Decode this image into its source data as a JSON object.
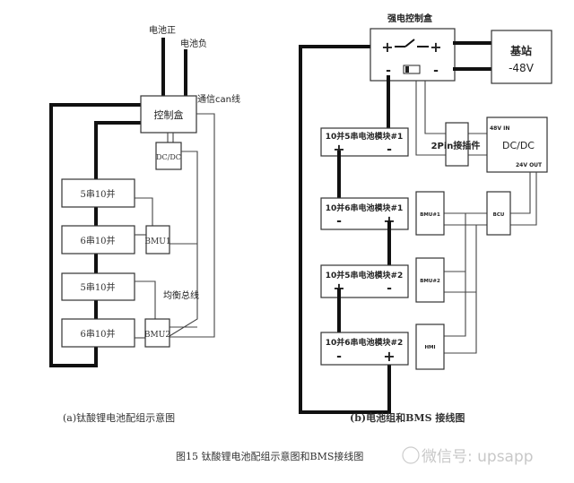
{
  "left_diagram": {
    "labels": {
      "battery_pos": "电池正",
      "battery_neg": "电池负",
      "can_line": "通信can线",
      "control_box": "控制盒",
      "dcdc": "DC/DC",
      "balance_bus": "均衡总线"
    },
    "blocks": [
      "5串10并",
      "6串10并",
      "5串10并",
      "6串10并"
    ],
    "bmus": [
      "BMU1",
      "BMU2"
    ],
    "caption": "(a)钛酸锂电池配组示意图"
  },
  "right_diagram": {
    "labels": {
      "hv_control_box": "强电控制盒",
      "switch_plus_left": "+",
      "switch_plus_right": "+",
      "minus_left": "-",
      "minus_right": "-",
      "base_station_title": "基站",
      "base_station_voltage": "-48V",
      "connector": "2Pin接插件",
      "dcdc": "DC/DC",
      "dcdc_in": "48V IN",
      "dcdc_out": "24V OUT",
      "bcu": "BCU",
      "hmi": "HMI"
    },
    "modules": [
      {
        "name": "10并5串电池模块#1",
        "left_terminal": "+",
        "right_terminal": "-"
      },
      {
        "name": "10并6串电池模块#1",
        "left_terminal": "-",
        "right_terminal": "+"
      },
      {
        "name": "10并5串电池模块#2",
        "left_terminal": "+",
        "right_terminal": "-"
      },
      {
        "name": "10并6串电池模块#2",
        "left_terminal": "-",
        "right_terminal": "+"
      }
    ],
    "bmus": [
      "BMU#1",
      "BMU#2"
    ],
    "caption": "(b)电池组和BMS 接线图"
  },
  "figure_caption": "图15   钛酸锂电池配组示意图和BMS接线图",
  "watermark": "微信号: upsapp"
}
